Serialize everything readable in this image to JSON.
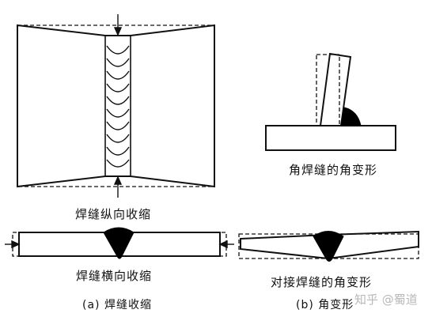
{
  "captions": {
    "longitudinal": "焊缝纵向收缩",
    "transverse": "焊缝横向收缩",
    "fillet_angular": "角焊缝的角变形",
    "butt_angular": "对接焊缝的角变形",
    "label_a": "(a)  焊缝收缩",
    "label_b": "(b)  角变形"
  },
  "watermark": "知乎 @蜀道",
  "colors": {
    "line": "#111111",
    "weld": "#000000",
    "background": "#ffffff",
    "watermark": "#b8b8b8"
  }
}
